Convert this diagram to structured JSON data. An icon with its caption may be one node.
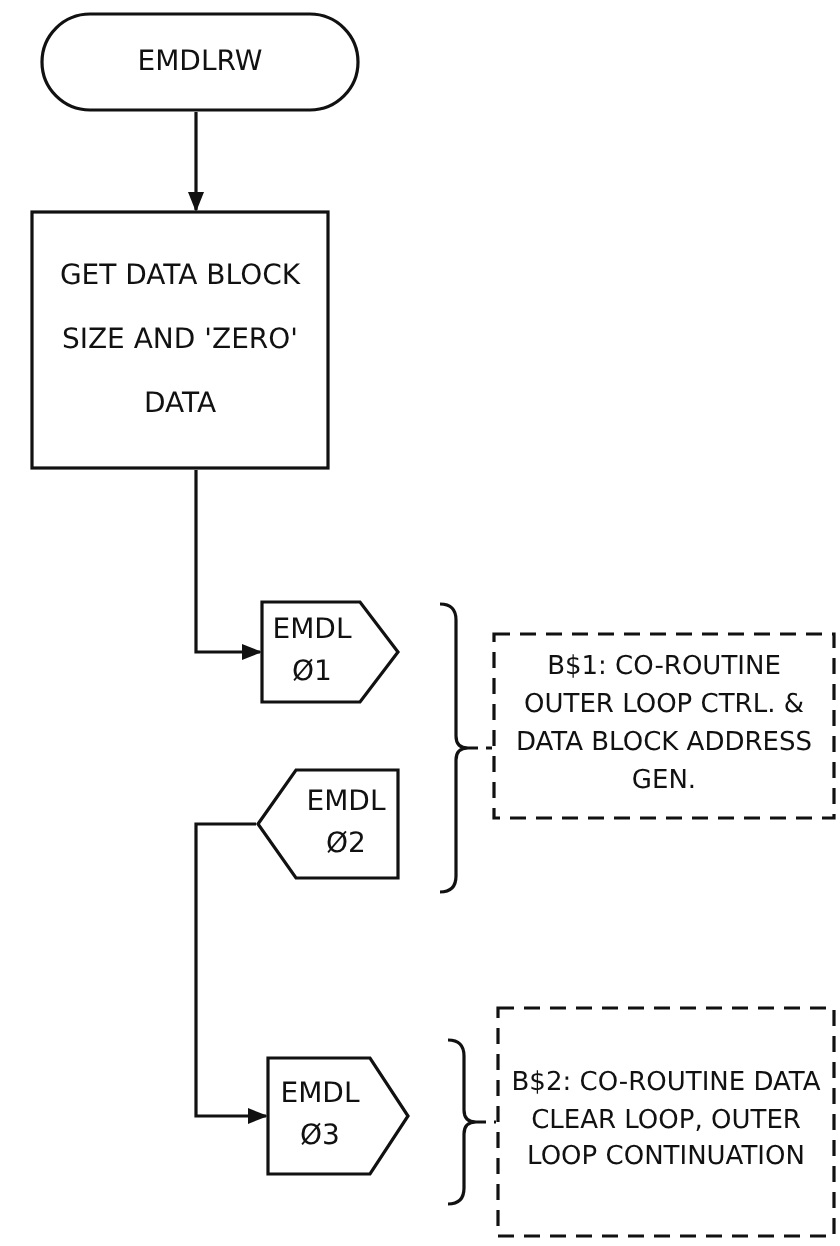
{
  "diagram": {
    "nodes": [
      {
        "text": [
          "EMDLRW"
        ]
      },
      {
        "text": [
          "GET DATA BLOCK SIZE AND 'ZERO' DATA"
        ]
      },
      {
        "text": [
          "EMDL Ø1"
        ]
      },
      {
        "text": [
          "EMDL Ø2"
        ]
      },
      {
        "text": [
          "B$1: CO-ROUTINE OUTER LOOP CTRL. & DATA BLOCK ADDRESS GEN."
        ]
      },
      {
        "text": [
          "EMDL Ø3"
        ]
      },
      {
        "text": [
          "B$2: CO-ROUTINE DATA CLEAR LOOP, OUTER LOOP CONTINUATION"
        ]
      }
    ],
    "edges": [
      {
        "from": 0,
        "to": 1,
        "arrow": "to"
      },
      {
        "from": 1,
        "to": 2,
        "arrow": "to"
      },
      {
        "from": 3,
        "to": 5,
        "arrow": "to"
      }
    ]
  }
}
